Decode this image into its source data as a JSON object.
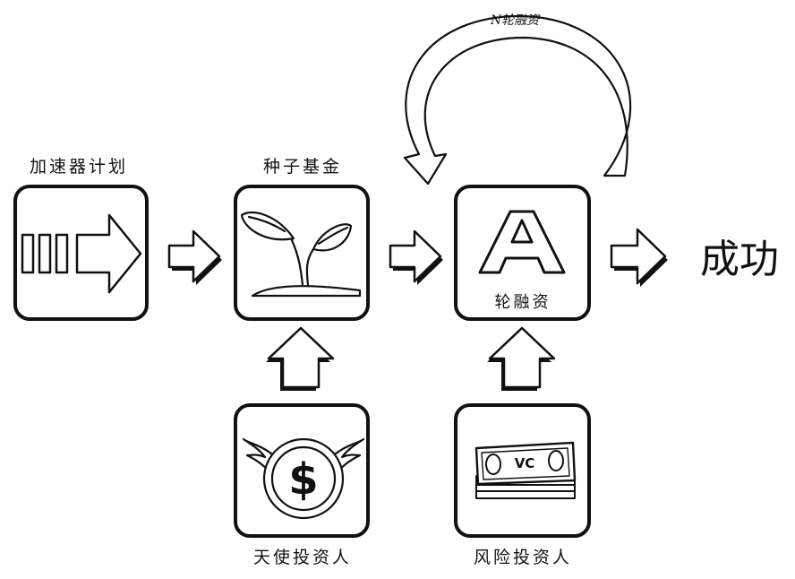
{
  "stages": {
    "accelerator": {
      "label": "加速器计划"
    },
    "seed": {
      "label": "种子基金"
    },
    "a_round": {
      "letter": "A",
      "label": "轮融资"
    },
    "success": {
      "label": "成功"
    }
  },
  "loop": {
    "label": "N轮融资"
  },
  "investors": {
    "angel": {
      "label": "天使投资人"
    },
    "vc": {
      "label": "风险投资人",
      "bill_text": "VC"
    }
  },
  "icons": {
    "accelerator": "fast-forward-arrow-icon",
    "seed": "sprout-icon",
    "a_round": "letter-a-icon",
    "angel": "winged-dollar-coin-icon",
    "vc": "cash-stack-icon"
  },
  "colors": {
    "ink": "#111111",
    "paper": "#ffffff"
  }
}
